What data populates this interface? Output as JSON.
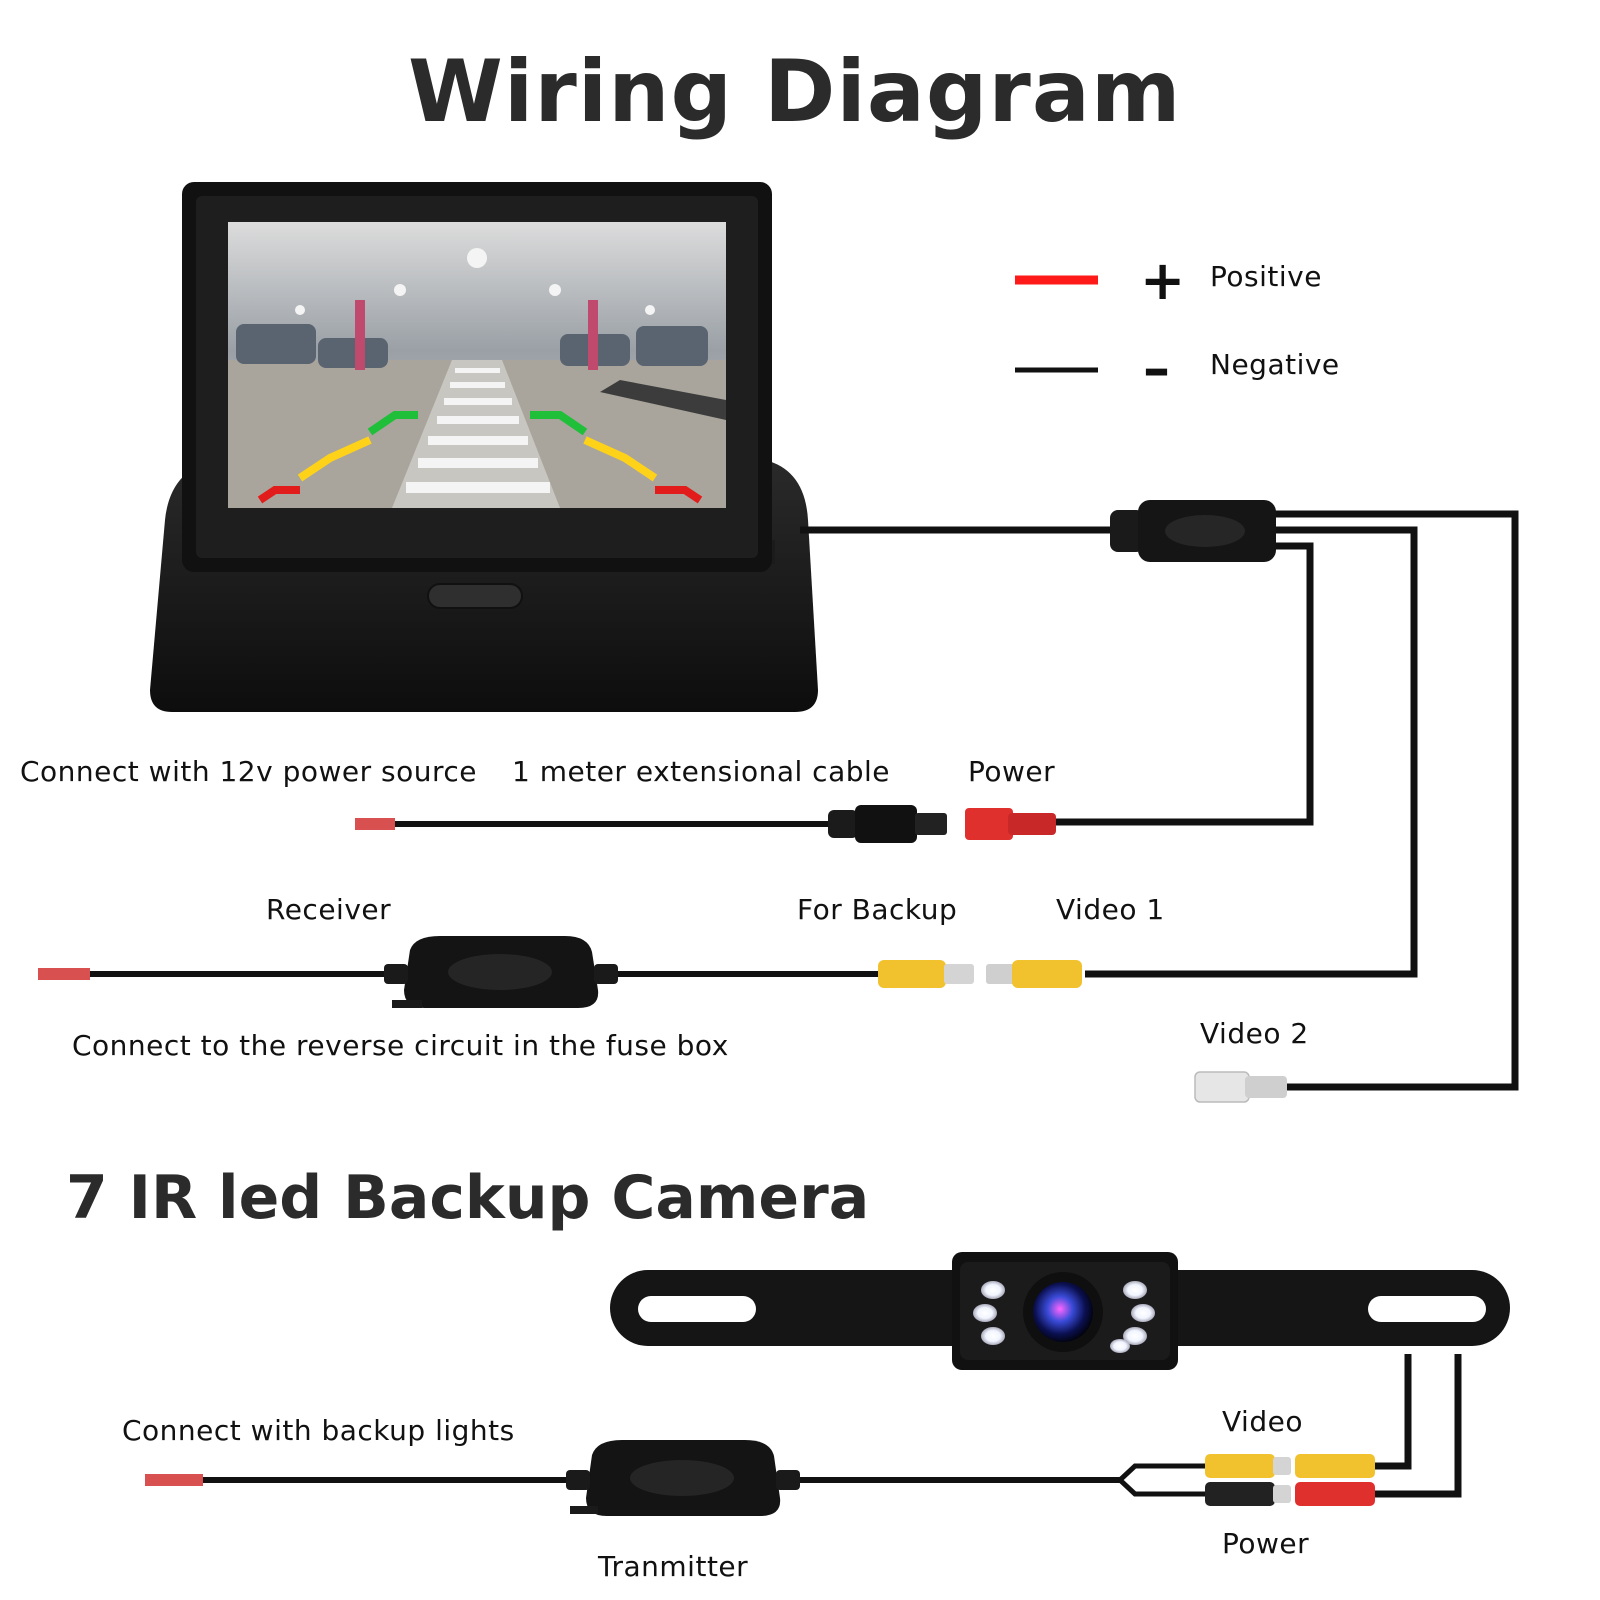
{
  "title": "Wiring Diagram",
  "legend": {
    "positive": {
      "sign": "+",
      "label": "Positive",
      "color": "#ff1a1a"
    },
    "negative": {
      "sign": "–",
      "label": "Negative",
      "color": "#111111"
    }
  },
  "labels": {
    "power_source": "Connect with 12v power source",
    "extension_cable": "1 meter extensional cable",
    "power": "Power",
    "receiver": "Receiver",
    "for_backup": "For Backup",
    "video1": "Video 1",
    "reverse_circuit": "Connect to the reverse circuit in the fuse box",
    "video2": "Video 2",
    "backup_lights": "Connect with backup lights",
    "camera_video": "Video",
    "camera_power": "Power",
    "transmitter": "Tranmitter"
  },
  "camera_section_title": "7 IR led Backup Camera",
  "colors": {
    "wire": "#111111",
    "rca_yellow": "#f2c12e",
    "rca_red": "#e0302e",
    "rca_white": "#e6e6e6",
    "lead_tip": "#d95050"
  },
  "icons": [
    "monitor-icon",
    "receiver-module-icon",
    "transmitter-module-icon",
    "license-plate-camera-icon",
    "dc-plug-icon",
    "rca-connector-icon"
  ]
}
